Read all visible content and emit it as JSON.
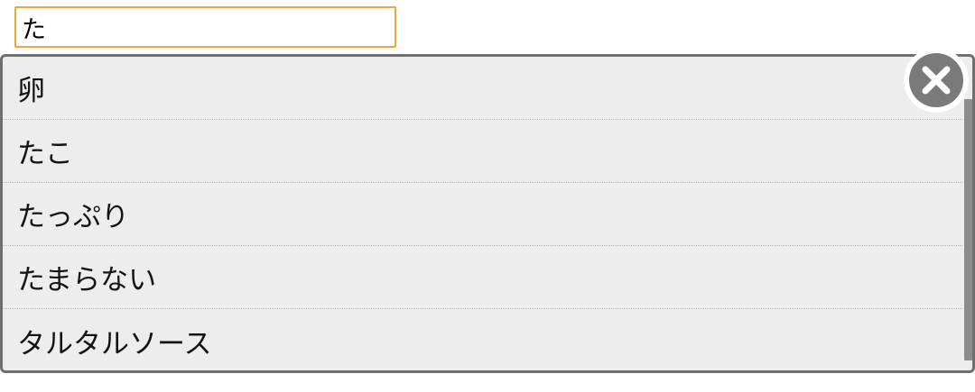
{
  "search": {
    "value": "た"
  },
  "suggestions": [
    {
      "label": "卵"
    },
    {
      "label": "たこ"
    },
    {
      "label": "たっぷり"
    },
    {
      "label": "たまらない"
    },
    {
      "label": "タルタルソース"
    }
  ],
  "close_button": {
    "icon": "close-icon"
  },
  "colors": {
    "input_border": "#e9a83a",
    "panel_border": "#6f6f6f",
    "panel_background": "#ededed",
    "close_icon": "#7a7a7a",
    "scrollbar": "#8d8d8d"
  }
}
